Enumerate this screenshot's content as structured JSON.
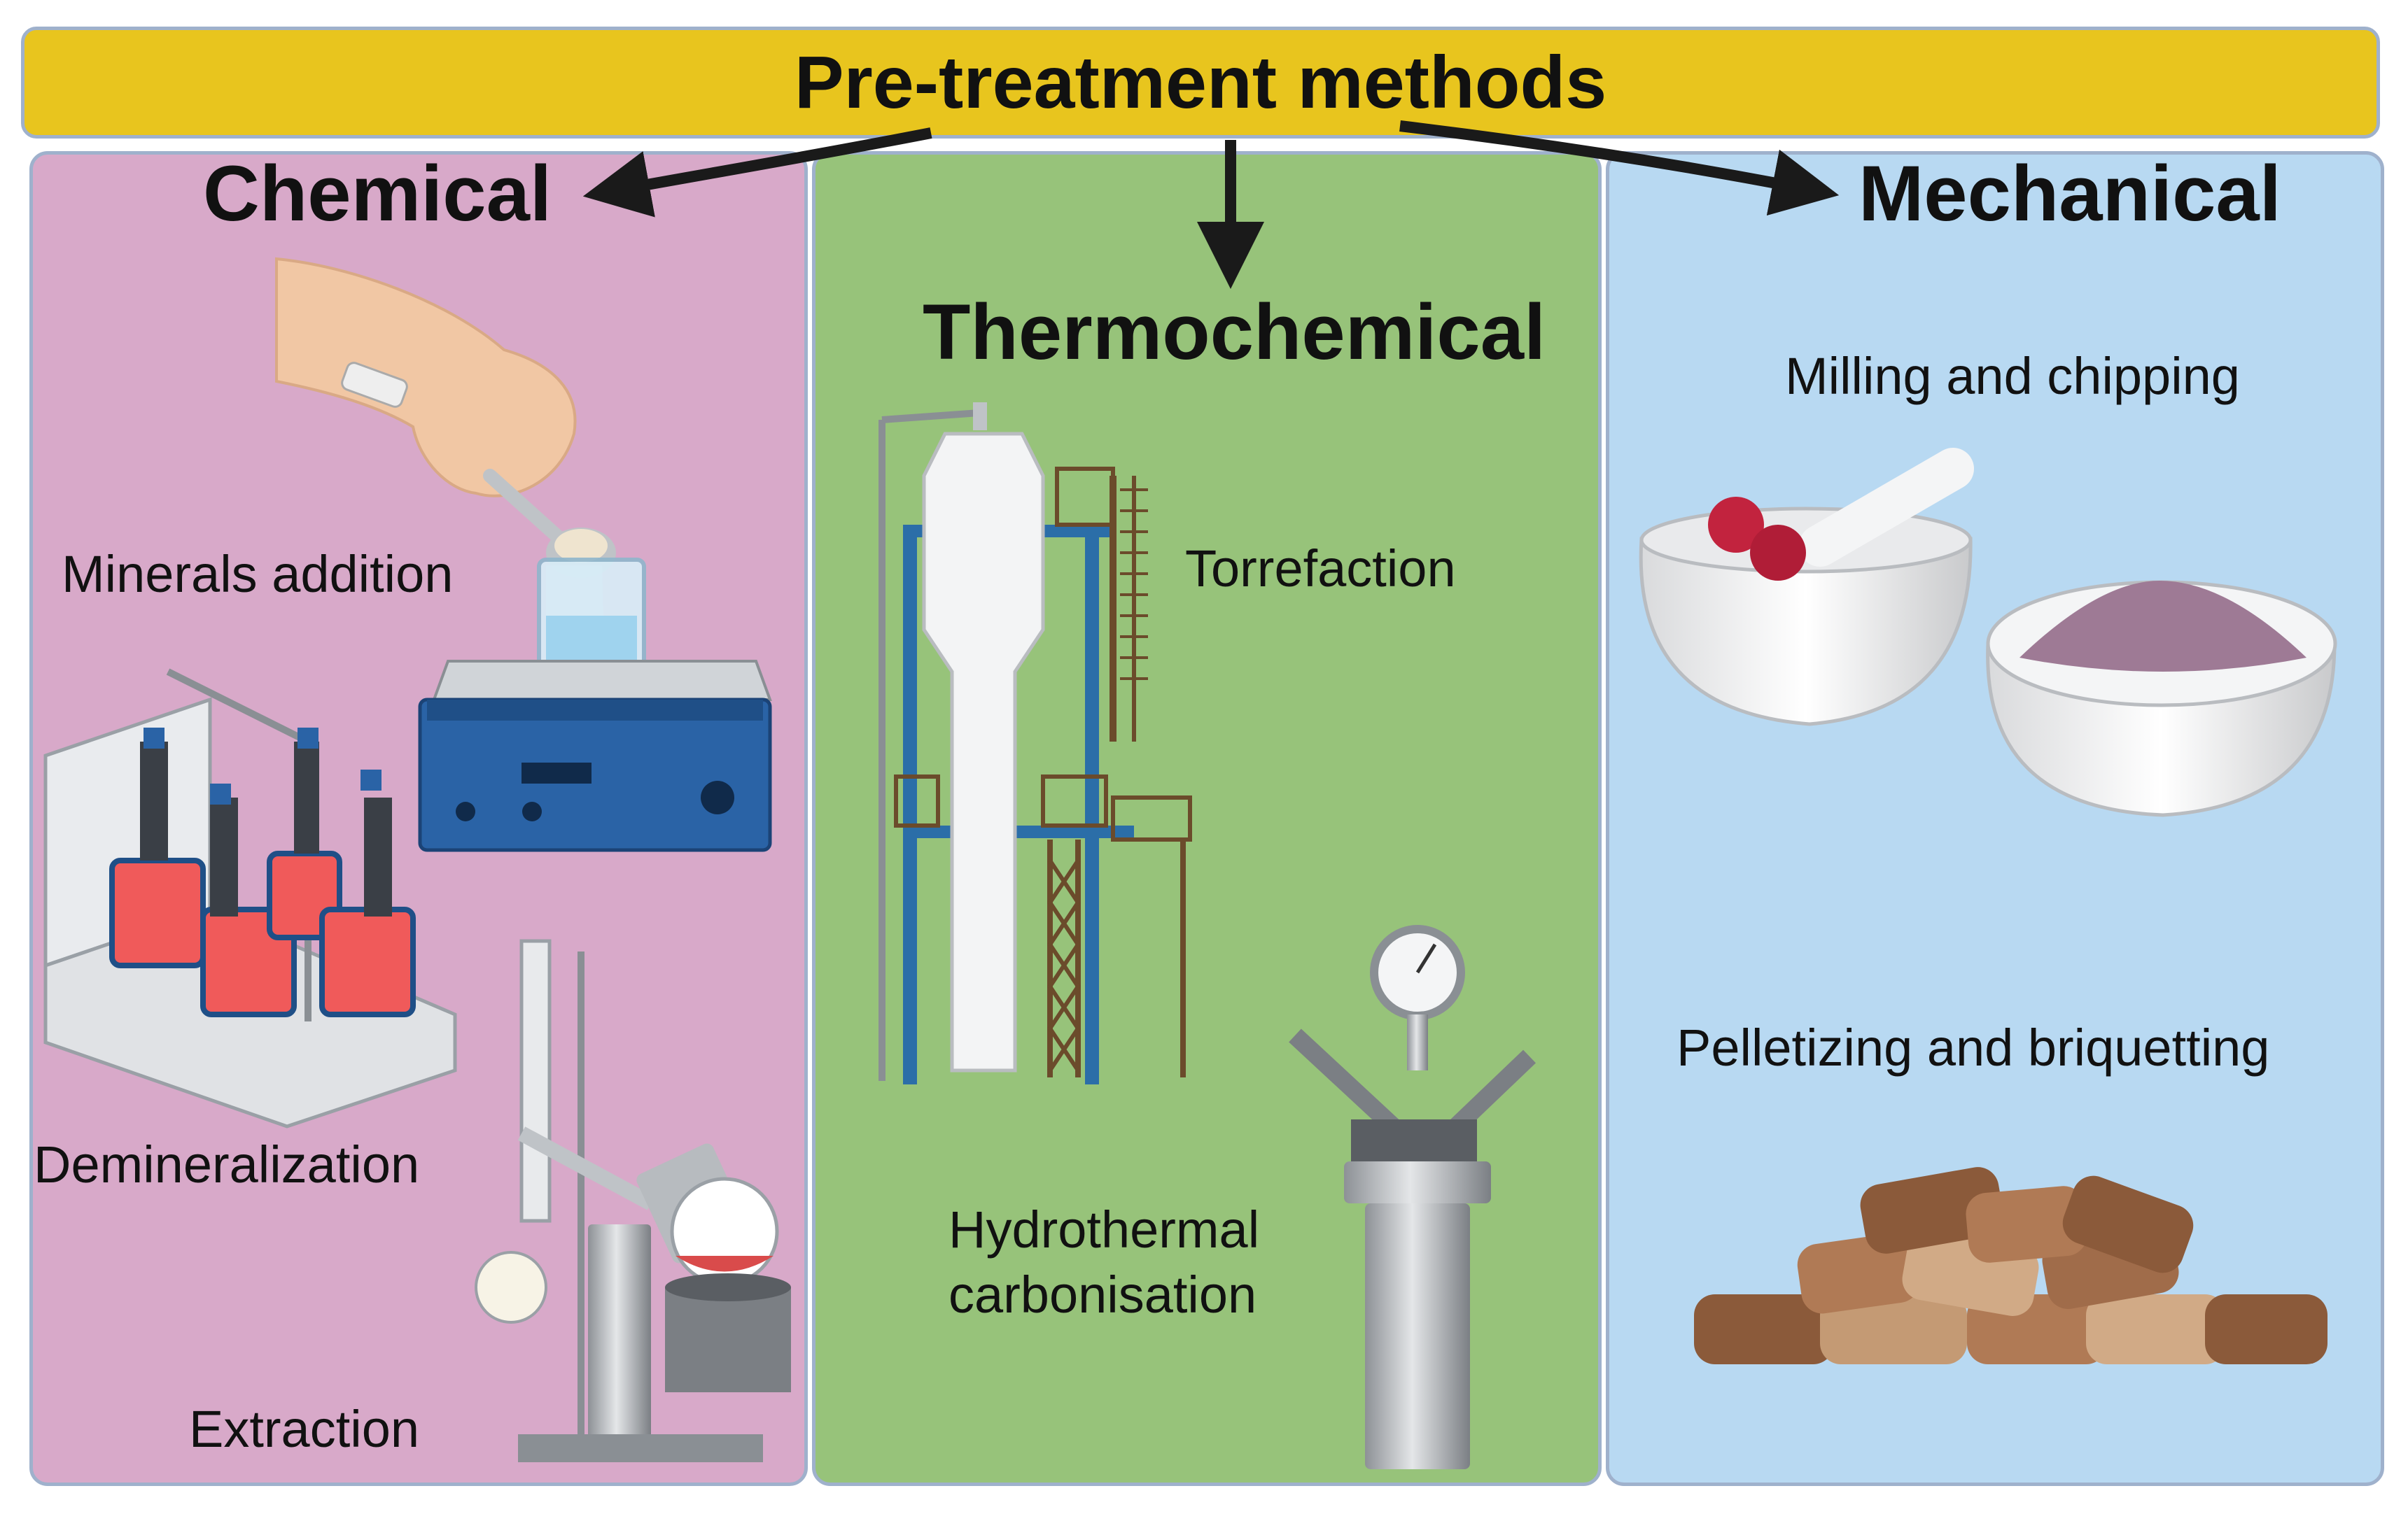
{
  "title": "Pre-treatment methods",
  "categories": {
    "chemical": {
      "heading": "Chemical",
      "methods": [
        "Minerals addition",
        "Demineralization",
        "Extraction"
      ]
    },
    "thermochemical": {
      "heading": "Thermochemical",
      "methods": [
        "Torrefaction",
        "Hydrothermal",
        "carbonisation"
      ]
    },
    "mechanical": {
      "heading": "Mechanical",
      "methods": [
        "Milling and chipping",
        "Pelletizing and briquetting"
      ]
    }
  },
  "colors": {
    "title_bar": "#e8c51e",
    "chemical_panel": "#d8a9c9",
    "thermochemical_panel": "#97c37a",
    "mechanical_panel": "#b8d9f2",
    "panel_border": "#9fb1cc",
    "arrow": "#1a1a1a"
  }
}
